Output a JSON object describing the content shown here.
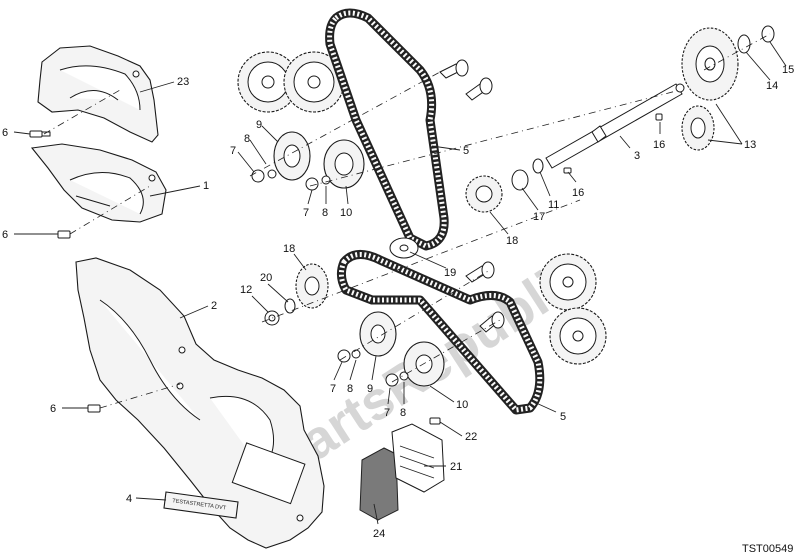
{
  "diagram": {
    "drawing_code": "TST00549",
    "watermark": "PartsRepublik",
    "plate_text": "TESTASTRETTA DVT",
    "callouts": {
      "c23": "23",
      "c6a": "6",
      "c1": "1",
      "c6b": "6",
      "c2": "2",
      "c6c": "6",
      "c4": "4",
      "c24": "24",
      "c21": "21",
      "c22": "22",
      "c9a": "9",
      "c8a": "8",
      "c7a": "7",
      "c7b": "7",
      "c8b": "8",
      "c10a": "10",
      "c5a": "5",
      "c18a": "18",
      "c17": "17",
      "c11": "11",
      "c19": "19",
      "c16a": "16",
      "c16b": "16",
      "c3": "3",
      "c13": "13",
      "c14": "14",
      "c15": "15",
      "c18b": "18",
      "c20": "20",
      "c12": "12",
      "c7c": "7",
      "c8c": "8",
      "c9b": "9",
      "c7d": "7",
      "c8d": "8",
      "c10b": "10",
      "c5b": "5"
    }
  }
}
